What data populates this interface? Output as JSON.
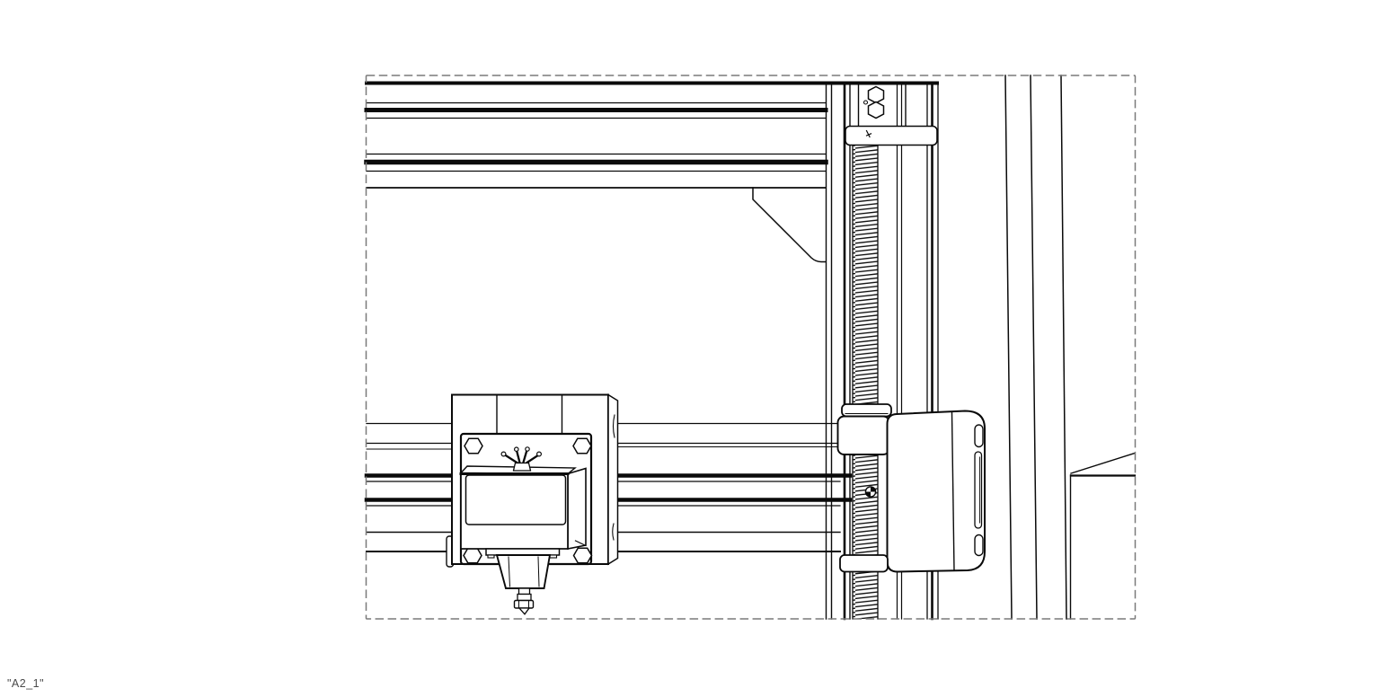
{
  "annotation": {
    "label": "\"A2_1\""
  },
  "colors": {
    "ink": "#0a0a0a",
    "border": "#7a7a7a",
    "label_text": "#4a4a4a",
    "background": "#ffffff"
  },
  "drawing": {
    "type": "cad-wireframe",
    "description": "Corner view of a 3D-printer gantry: top beam extrusion with corner gusset, vertical Z post, threaded lead screw with stacked hex coupler and top bracket, anti-backlash nut block, Z carriage block with slotted side face, X gantry rails carrying an extruder carriage with fan duct, thumb screw, hotend and nozzle; right-hand frame extrusions and bed corner panel; all enclosed in a dashed viewport border.",
    "parts": [
      "top-beam-extrusion",
      "corner-gusset",
      "z-post-extrusion",
      "lead-screw",
      "lead-screw-hex-coupler",
      "lead-screw-top-bracket",
      "z-guide-rail",
      "right-frame-extrusions",
      "bed-corner-panel",
      "x-gantry-rails",
      "extruder-carriage",
      "carriage-back-plate",
      "carriage-hex-screws",
      "fan-duct-box",
      "thumb-screw",
      "hotend-mount-strip",
      "hotend-block",
      "nozzle",
      "lead-screw-collar",
      "lead-screw-nut-block",
      "z-carriage-block",
      "z-block-side-slots",
      "set-screw",
      "bottom-clamp-bracket",
      "dashed-viewport-border"
    ]
  }
}
